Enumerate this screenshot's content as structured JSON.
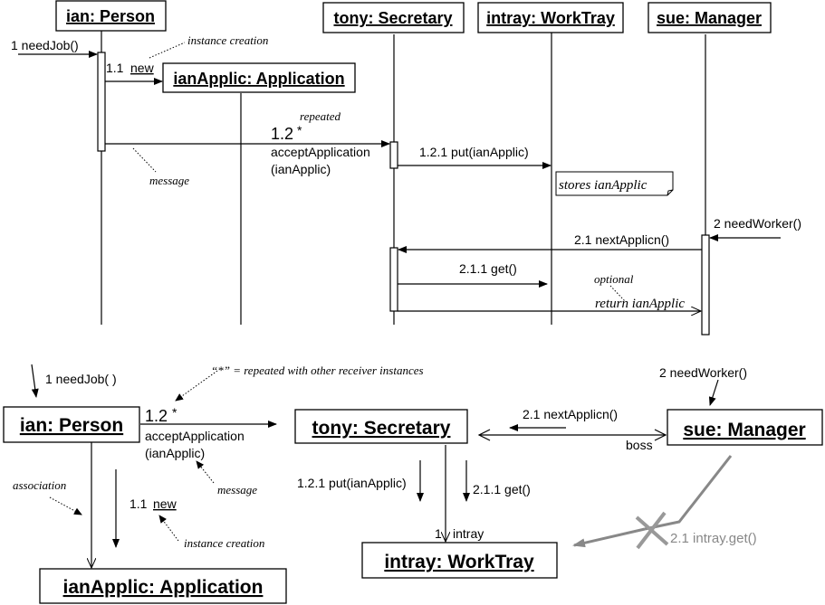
{
  "sequence_diagram": {
    "objects": {
      "ian": "ian: Person",
      "tony": "tony: Secretary",
      "intray": "intray: WorkTray",
      "sue": "sue: Manager",
      "application": "ianApplic: Application"
    },
    "messages": {
      "need_job": "1 needJob()",
      "new_seq": "1.1",
      "new_word": "new",
      "accept_num": "1.2",
      "accept_star": "*",
      "accept_name": "acceptApplication",
      "accept_arg": "(ianApplic)",
      "put": "1.2.1 put(ianApplic)",
      "need_worker": "2 needWorker()",
      "next_applicn": "2.1 nextApplicn()",
      "get": "2.1.1 get()",
      "return_value": "return ianApplic"
    },
    "annotations": {
      "instance_creation": "instance creation",
      "repeated": "repeated",
      "message": "message",
      "stores_note": "stores ianApplic",
      "optional": "optional"
    }
  },
  "collaboration_diagram": {
    "objects": {
      "ian": "ian: Person",
      "tony": "tony: Secretary",
      "sue": "sue: Manager",
      "intray": "intray: WorkTray",
      "application": "ianApplic: Application"
    },
    "messages": {
      "need_job": "1 needJob( )",
      "accept_num": "1.2",
      "accept_star": "*",
      "accept_name": "acceptApplication",
      "accept_arg": "(ianApplic)",
      "new_seq": "1.1",
      "new_word": "new",
      "need_worker": "2 needWorker()",
      "next_applicn": "2.1 nextApplicn()",
      "put": "1.2.1 put(ianApplic)",
      "get": "2.1.1 get()",
      "crossed_out": "2.1 intray.get()"
    },
    "role_labels": {
      "boss": "boss",
      "multiplicity": "1",
      "intray_role": "intray"
    },
    "annotations": {
      "star_meaning": "“*” = repeated with other receiver instances",
      "association": "association",
      "message": "message",
      "instance_creation": "instance creation"
    }
  },
  "colors": {
    "foreground": "#000000",
    "background": "#ffffff",
    "invalid_message": "#888888"
  }
}
